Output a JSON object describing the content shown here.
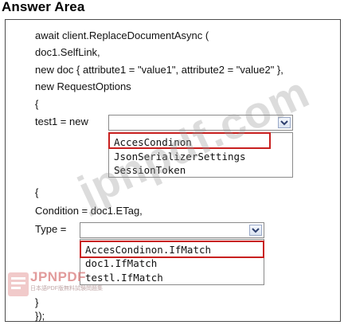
{
  "title": "Answer Area",
  "code": {
    "line1": "await client.ReplaceDocumentAsync (",
    "line2": "doc1.SelfLink,",
    "line3": "new doc { attribute1 = \"value1\", attribute2 = \"value2\" },",
    "line4": "new RequestOptions",
    "line5": "{",
    "line6_prefix": "test1 = new",
    "line7": "{",
    "line8": "Condition = doc1.ETag,",
    "line9_prefix": "Type =",
    "line10": "}",
    "line11": "});"
  },
  "dropdown1": {
    "selected": "",
    "options": [
      "AccesCondinon",
      "JsonSerializerSettings",
      "SessionToken"
    ]
  },
  "dropdown2": {
    "selected": "",
    "options": [
      "AccesCondinon.IfMatch",
      "doc1.IfMatch",
      "testl.IfMatch"
    ]
  },
  "watermark": "jpnpdf.com",
  "logo": {
    "name": "JPNPDF",
    "tagline": "日本語PDF版無料試験問題集"
  },
  "colors": {
    "highlight": "#c8201f",
    "border": "#4d4d4d"
  }
}
